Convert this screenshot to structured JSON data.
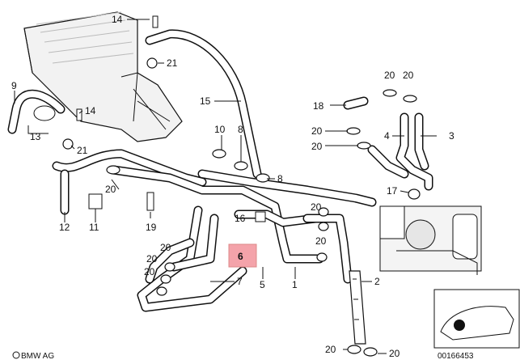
{
  "brand": "BMW AG",
  "drawing_number": "00166453",
  "highlighted_part": "6",
  "highlight_color": "#f4a3aa",
  "callouts": {
    "c14_top": "14",
    "c21_top": "21",
    "c9": "9",
    "c14_left": "14",
    "c13": "13",
    "c21_left": "21",
    "c15": "15",
    "c10": "10",
    "c8_top": "8",
    "c8_mid": "8",
    "c20_rt1": "20",
    "c20_rt2": "20",
    "c18": "18",
    "c20_rt3": "20",
    "c4": "4",
    "c3": "3",
    "c20_rt4": "20",
    "c17": "17",
    "c20_left": "20",
    "c12": "12",
    "c11": "11",
    "c19": "19",
    "c16": "16",
    "c20_mid1": "20",
    "c20_mid2": "20",
    "c20_low1": "20",
    "c20_low2": "20",
    "c20_low3": "20",
    "c6": "6",
    "c5": "5",
    "c1": "1",
    "c7": "7",
    "c2": "2",
    "c20_bot1": "20",
    "c20_bot2": "20"
  }
}
